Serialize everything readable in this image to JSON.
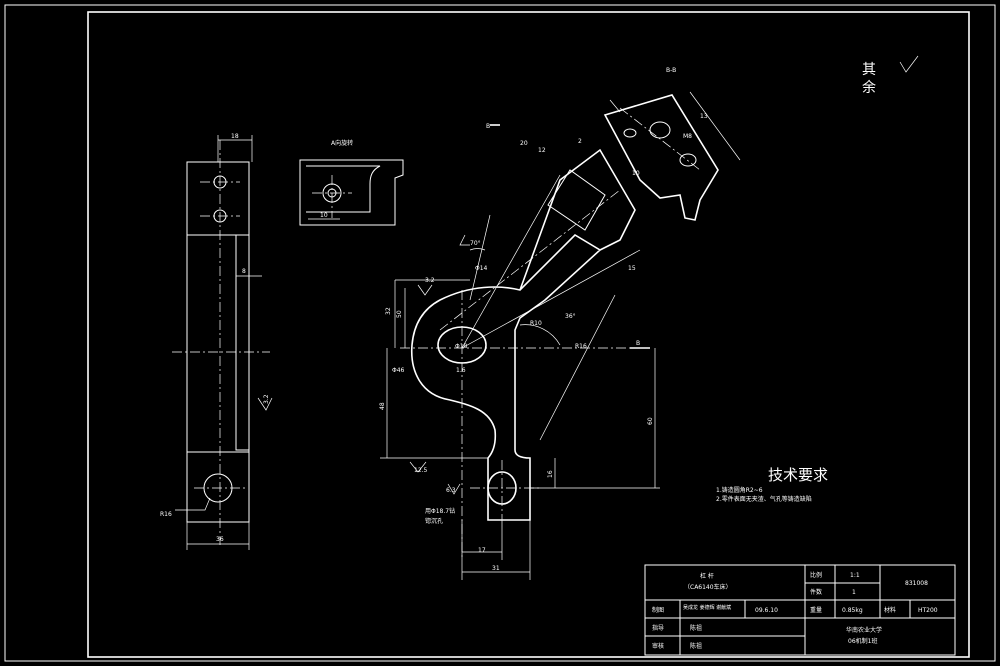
{
  "corner_mark": {
    "text": "其\n余"
  },
  "view_labels": {
    "section_bb": "B-B",
    "view_a": "A向旋转",
    "b_left": "B",
    "b_right": "B"
  },
  "dims_left": {
    "w18": "18",
    "d8": "8",
    "w36": "36",
    "r16": "R16",
    "r32": "3.2"
  },
  "dims_view_a": {
    "d10": "10"
  },
  "dims_main": {
    "a70": "70°",
    "d14": "Φ14",
    "r10": "R10",
    "r16": "R16",
    "d36": "36°",
    "d32a": "32",
    "d50": "50",
    "d46": "Φ46",
    "h48": "48",
    "h60": "60",
    "h16": "16",
    "ra16": "1.6",
    "ra32": "3.2",
    "ra125": "12.5",
    "ra63": "6.3",
    "d17": "17",
    "d31": "31",
    "dia": "Φ18",
    "hole_note": "用Φ18.7钻\n锪沉孔",
    "d20": "20",
    "d12": "12",
    "d2": "2",
    "d15": "15",
    "d10": "10",
    "d13": "13",
    "m8": "M8"
  },
  "tech_req": {
    "title": "技术要求",
    "item1": "1.铸造圆角R2~6",
    "item2": "2.零件表面无夹渣、气孔等铸造缺陷"
  },
  "title_block": {
    "part_name": "杠   杆",
    "part_sub": "（CA6140车床）",
    "scale_label": "比例",
    "scale_value": "1:1",
    "qty_label": "件数",
    "qty_value": "1",
    "drawing_no": "831008",
    "drawn_label": "制图",
    "drawn_name": "吴成龙 姜德辉 谢献斌",
    "drawn_date": "09.6.10",
    "weight_label": "重量",
    "weight_value": "0.85kg",
    "material_label": "材料",
    "material_value": "HT200",
    "guide_label": "指导",
    "guide_name": "陈祖",
    "review_label": "审核",
    "review_name": "陈祖",
    "school": "华南农业大学",
    "class_name": "06机制1班"
  }
}
